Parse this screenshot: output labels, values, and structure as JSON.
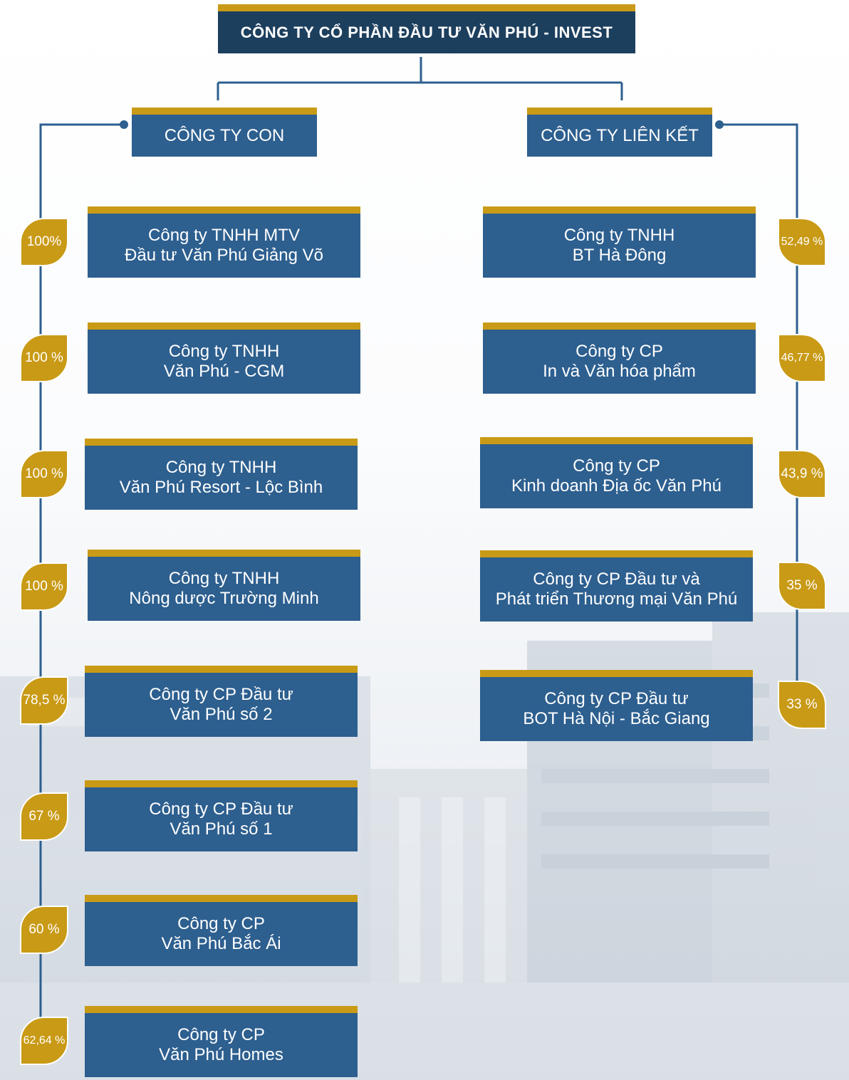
{
  "title": "CÔNG TY CỔ PHẦN ĐẦU TƯ VĂN PHÚ - INVEST",
  "colors": {
    "box": "#2d5f8f",
    "accent": "#c99a16",
    "line": "#2d5f8f",
    "root": "#1d3f5e"
  },
  "subsidiaries": {
    "label": "CÔNG TY CON",
    "items": [
      {
        "lines": [
          "Công ty TNHH MTV",
          "Đầu tư Văn Phú Giảng Võ"
        ],
        "pct": "100%"
      },
      {
        "lines": [
          "Công ty TNHH",
          "Văn Phú - CGM"
        ],
        "pct": "100 %"
      },
      {
        "lines": [
          "Công ty TNHH",
          "Văn Phú Resort - Lộc Bình"
        ],
        "pct": "100 %"
      },
      {
        "lines": [
          "Công ty TNHH",
          "Nông dược Trường Minh"
        ],
        "pct": "100 %"
      },
      {
        "lines": [
          "Công ty CP Đầu tư",
          "Văn Phú số 2"
        ],
        "pct": "78,5 %"
      },
      {
        "lines": [
          "Công ty CP Đầu tư",
          "Văn Phú số 1"
        ],
        "pct": "67 %"
      },
      {
        "lines": [
          "Công ty CP",
          "Văn Phú Bắc Ái"
        ],
        "pct": "60 %"
      },
      {
        "lines": [
          "Công ty CP",
          "Văn Phú Homes"
        ],
        "pct": "62,64 %"
      }
    ]
  },
  "associates": {
    "label": "CÔNG TY LIÊN KẾT",
    "items": [
      {
        "lines": [
          "Công ty TNHH",
          "BT Hà Đông"
        ],
        "pct": "52,49 %"
      },
      {
        "lines": [
          "Công ty CP",
          "In và Văn hóa phẩm"
        ],
        "pct": "46,77 %"
      },
      {
        "lines": [
          "Công ty CP",
          "Kinh doanh Địa ốc Văn Phú"
        ],
        "pct": "43,9 %"
      },
      {
        "lines": [
          "Công ty CP Đầu tư và",
          "Phát triển Thương mại Văn Phú"
        ],
        "pct": "35 %"
      },
      {
        "lines": [
          "Công ty CP Đầu tư",
          "BOT Hà Nội - Bắc Giang"
        ],
        "pct": "33 %"
      }
    ]
  }
}
